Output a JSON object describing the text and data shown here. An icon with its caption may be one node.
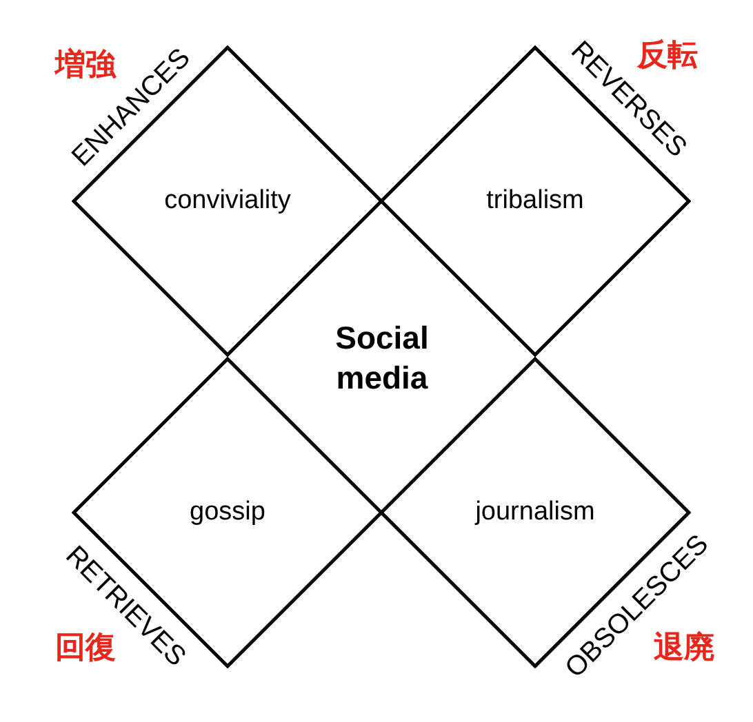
{
  "diagram": {
    "nodes": [
      {
        "text": [
          "conviviality"
        ],
        "beside": [
          "ENHANCES",
          "増強"
        ]
      },
      {
        "text": [
          "tribalism"
        ],
        "beside": [
          "REVERSES",
          "反転"
        ]
      },
      {
        "text": [
          "gossip"
        ],
        "beside": [
          "RETRIEVES",
          "回復"
        ]
      },
      {
        "text": [
          "journalism"
        ],
        "beside": [
          "OBSOLESCES",
          "退廃"
        ]
      }
    ],
    "labels": [
      "Social media"
    ]
  }
}
